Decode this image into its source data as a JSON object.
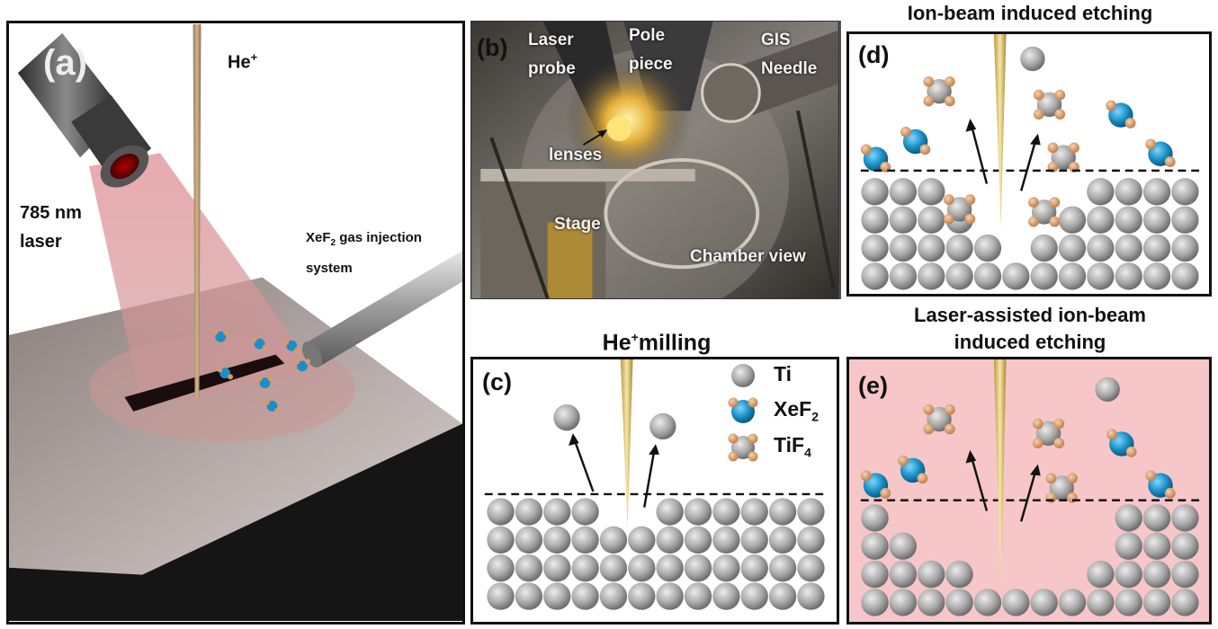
{
  "panel_a": {
    "letter": "(a)",
    "beam_label": "He",
    "beam_sup": "+",
    "laser_line1": "785 nm",
    "laser_line2": "laser",
    "gis_line1": "XeF",
    "gis_sub": "2",
    "gis_line1_rest": " gas injection",
    "gis_line2": "system"
  },
  "panel_b": {
    "letter": "(b)",
    "laser_probe": [
      "Laser",
      "probe"
    ],
    "pole_piece": [
      "Pole",
      "piece"
    ],
    "gis_needle": [
      "GIS",
      "Needle"
    ],
    "lenses": "lenses",
    "stage": "Stage",
    "chamber": "Chamber view"
  },
  "panel_c": {
    "letter": "(c)",
    "title_main": "He",
    "title_sup": "+",
    "title_rest": "milling"
  },
  "legend": {
    "ti": "Ti",
    "xef2": "XeF",
    "xef2_sub": "2",
    "tif4": "TiF",
    "tif4_sub": "4"
  },
  "panel_d": {
    "letter": "(d)",
    "title": "Ion-beam induced etching"
  },
  "panel_e": {
    "letter": "(e)",
    "title_line1": "Laser-assisted ion-beam",
    "title_line2": "induced etching"
  },
  "colors": {
    "ti_atom": "#9a9a9a",
    "xe_atom": "#1a8fc4",
    "f_atom": "#d99a66",
    "laser_pink": "#f7c6c8",
    "tip_gold": "#e8d083"
  }
}
